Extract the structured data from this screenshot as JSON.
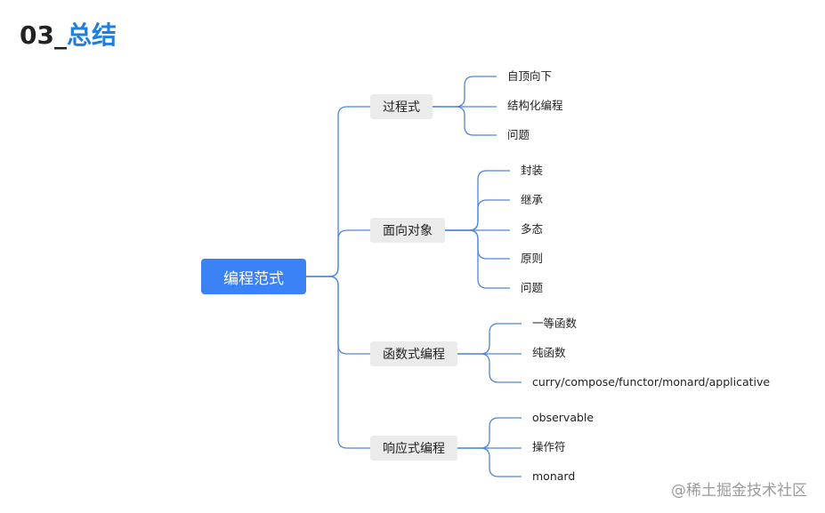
{
  "title": {
    "number": "03_",
    "text": "总结"
  },
  "root": {
    "label": "编程范式"
  },
  "branches": [
    {
      "label": "过程式",
      "children": [
        "自顶向下",
        "结构化编程",
        "问题"
      ]
    },
    {
      "label": "面向对象",
      "children": [
        "封装",
        "继承",
        "多态",
        "原则",
        "问题"
      ]
    },
    {
      "label": "函数式编程",
      "children": [
        "一等函数",
        "纯函数",
        "curry/compose/functor/monard/applicative"
      ]
    },
    {
      "label": "响应式编程",
      "children": [
        "observable",
        "操作符",
        "monard"
      ]
    }
  ],
  "footer": {
    "text": "@稀土掘金技术社区"
  },
  "colors": {
    "accent": "#1f7fe0",
    "root_fill": "#3b82f6",
    "connector": "#4f86d9",
    "branch_fill": "#ebebeb"
  }
}
